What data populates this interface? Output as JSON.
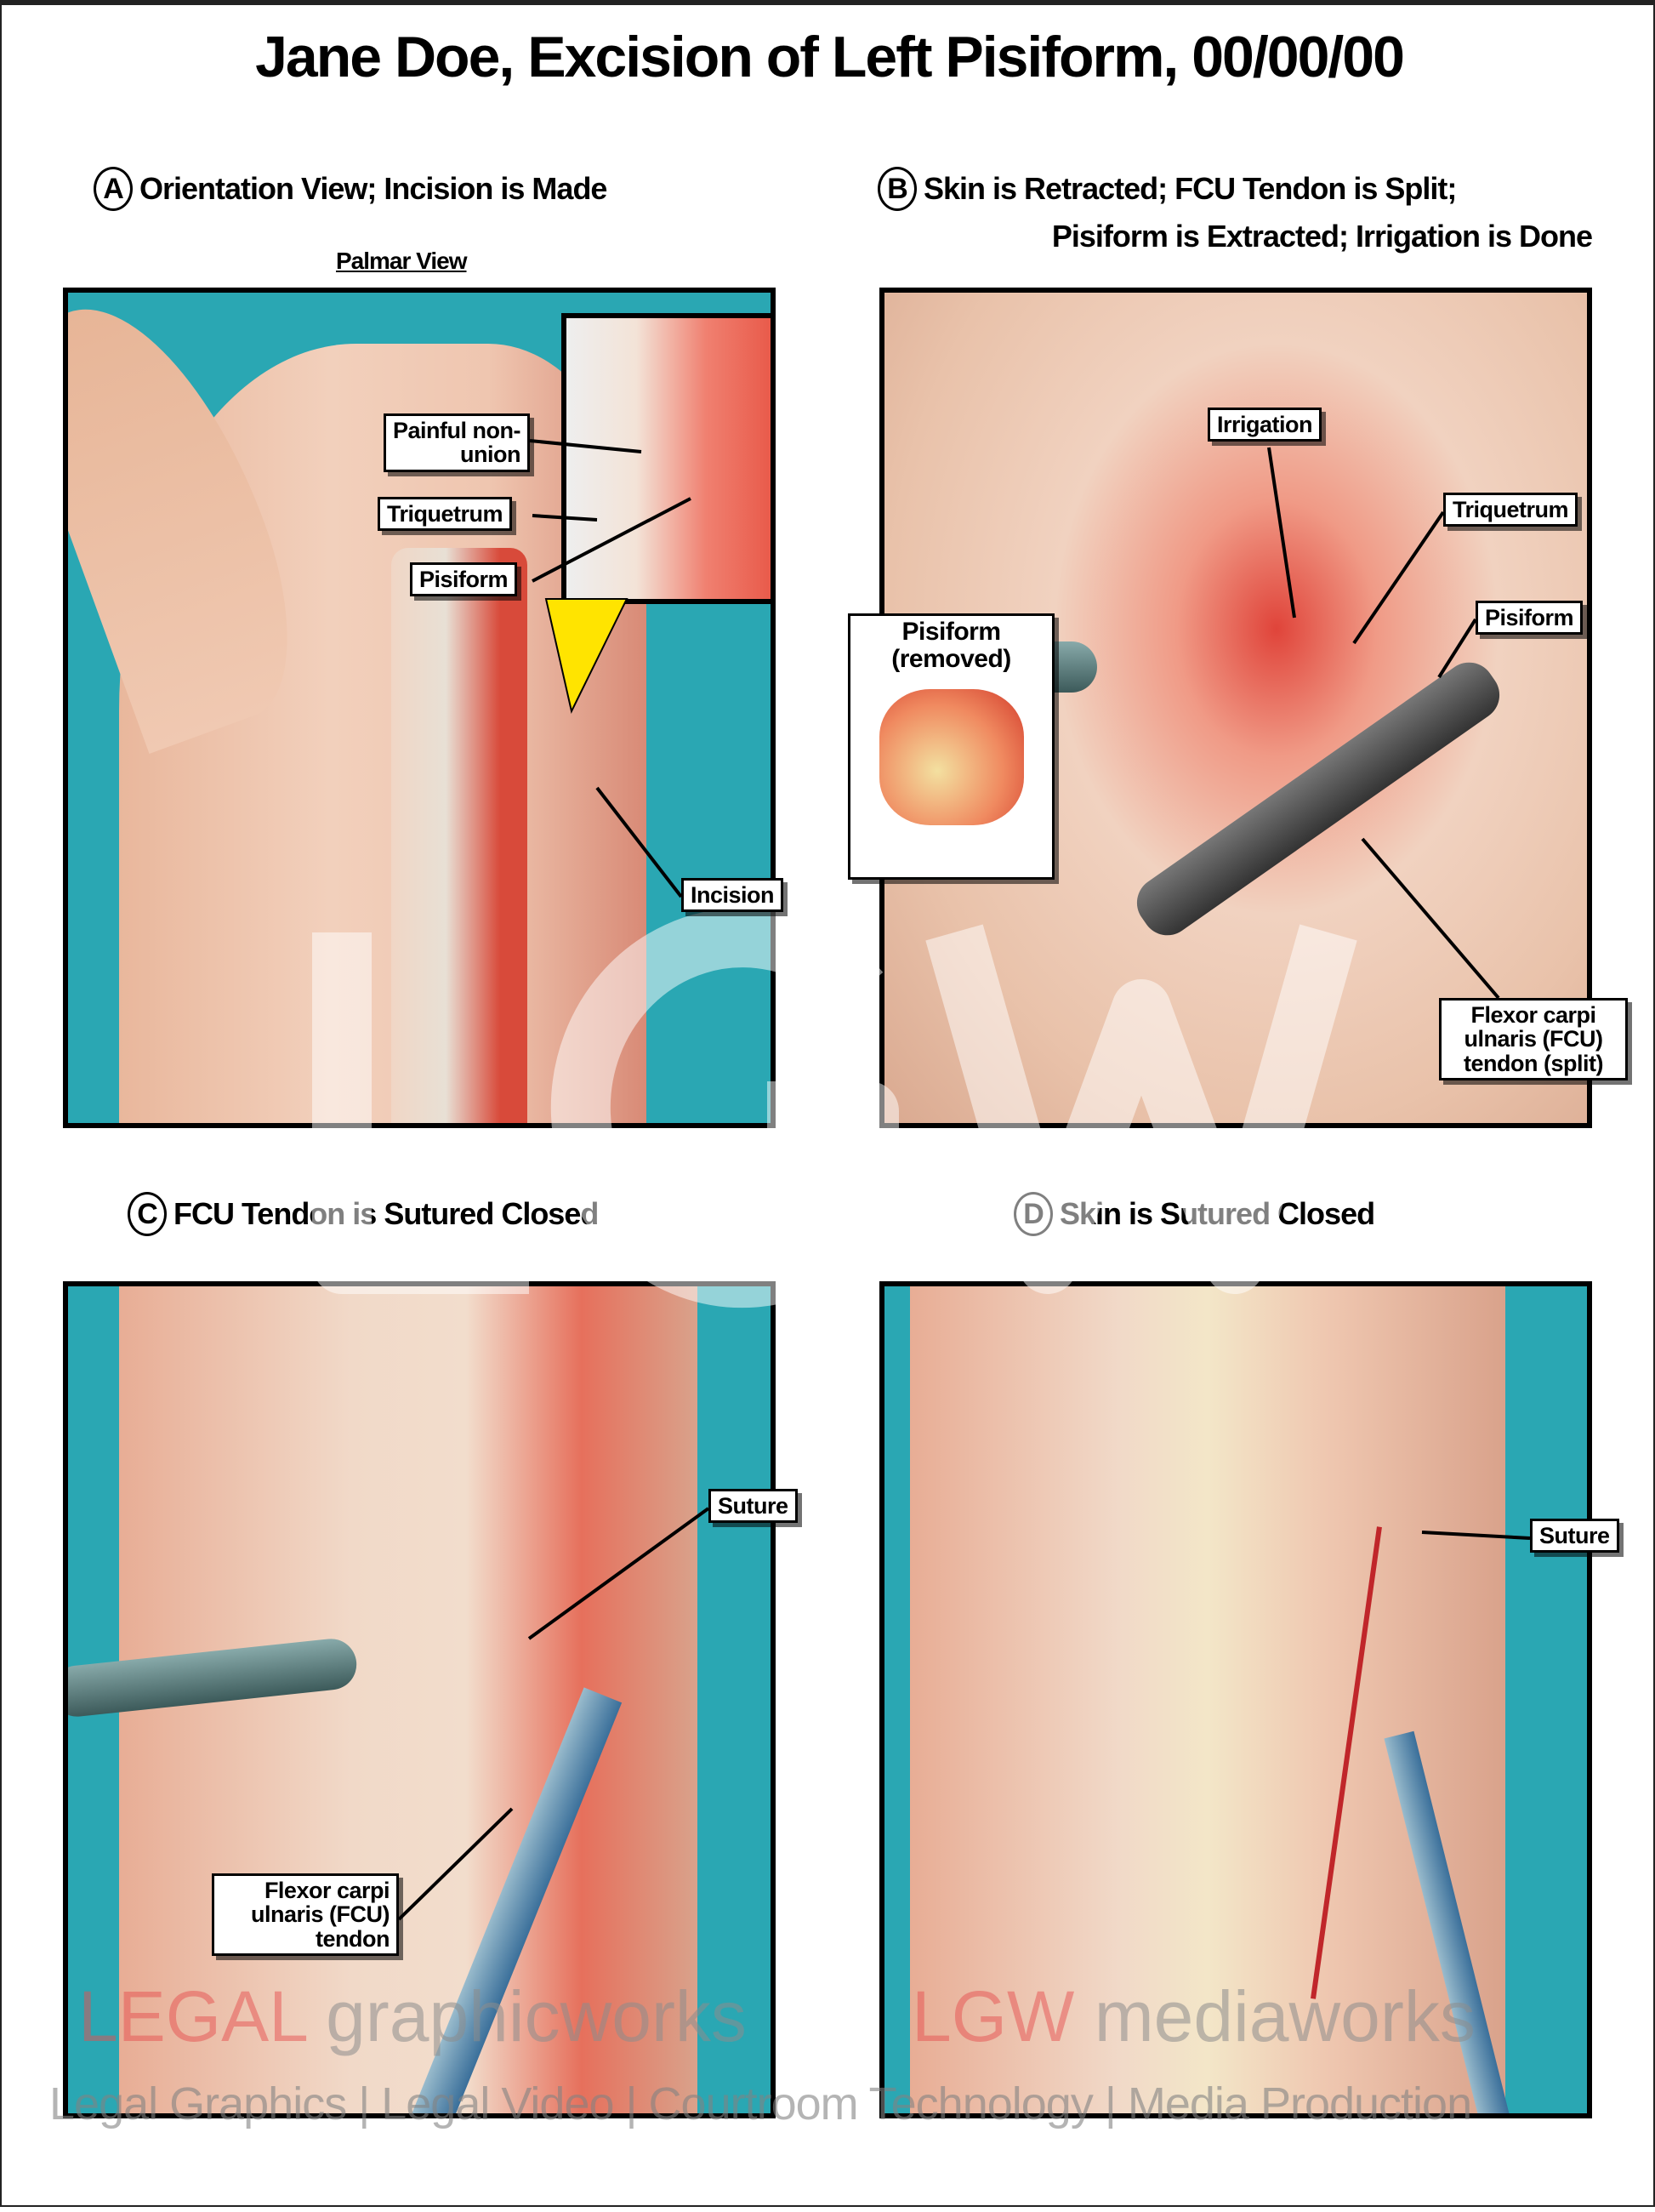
{
  "title": "Jane Doe, Excision of Left Pisiform, 00/00/00",
  "panels": {
    "a": {
      "letter": "A",
      "heading": "Orientation View; Incision is Made",
      "subheading": "Palmar View",
      "labels": {
        "painful": "Painful non-union",
        "triquetrum": "Triquetrum",
        "pisiform": "Pisiform",
        "incision": "Incision"
      }
    },
    "b": {
      "letter": "B",
      "heading_line1": "Skin is Retracted; FCU Tendon is Split;",
      "heading_line2": "Pisiform is Extracted; Irrigation is Done",
      "labels": {
        "irrigation": "Irrigation",
        "triquetrum": "Triquetrum",
        "pisiform": "Pisiform",
        "removed": "Pisiform (removed)",
        "fcu": "Flexor carpi ulnaris (FCU) tendon (split)"
      }
    },
    "c": {
      "letter": "C",
      "heading": "FCU Tendon is Sutured Closed",
      "labels": {
        "suture": "Suture",
        "fcu": "Flexor carpi ulnaris (FCU) tendon"
      }
    },
    "d": {
      "letter": "D",
      "heading": "Skin is Sutured Closed",
      "labels": {
        "suture": "Suture"
      }
    }
  },
  "watermark": {
    "text": "©Legal Graphicworks",
    "center": "LGW",
    "logo_left_a": "LEGAL",
    "logo_left_b": "graphicworks",
    "logo_right_a": "LGW",
    "logo_right_b": "mediaworks",
    "tagline": "Legal Graphics | Legal Video | Courtroom Technology | Media Production"
  },
  "colors": {
    "teal": "#2aa7b3",
    "incision": "#e0301e",
    "suture": "#2e9e90"
  }
}
